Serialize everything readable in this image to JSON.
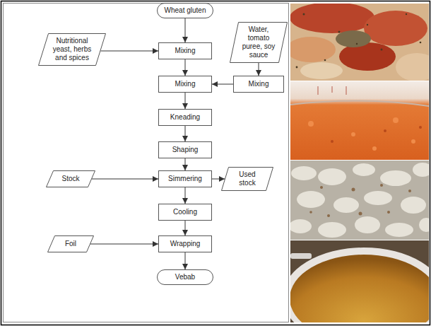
{
  "diagram": {
    "nodes": [
      {
        "text": [
          "Wheat gluten"
        ]
      },
      {
        "text": [
          "Nutritional yeast, herbs and spices"
        ]
      },
      {
        "text": [
          "Mixing"
        ]
      },
      {
        "text": [
          "Water, tomato puree, soy sauce"
        ]
      },
      {
        "text": [
          "Mixing"
        ]
      },
      {
        "text": [
          "Mixing"
        ]
      },
      {
        "text": [
          "Kneading"
        ]
      },
      {
        "text": [
          "Shaping"
        ]
      },
      {
        "text": [
          "Stock"
        ]
      },
      {
        "text": [
          "Simmering"
        ]
      },
      {
        "text": [
          "Used stock"
        ]
      },
      {
        "text": [
          "Cooling"
        ]
      },
      {
        "text": [
          "Foil"
        ]
      },
      {
        "text": [
          "Wrapping"
        ]
      },
      {
        "text": [
          "Vebab"
        ]
      }
    ],
    "edges": [
      {
        "from": 0,
        "to": 2,
        "arrow": "to"
      },
      {
        "from": 1,
        "to": 2,
        "arrow": "to"
      },
      {
        "from": 2,
        "to": 4,
        "arrow": "to"
      },
      {
        "from": 3,
        "to": 5,
        "arrow": "to"
      },
      {
        "from": 5,
        "to": 4,
        "arrow": "to"
      },
      {
        "from": 4,
        "to": 6,
        "arrow": "to"
      },
      {
        "from": 6,
        "to": 7,
        "arrow": "to"
      },
      {
        "from": 7,
        "to": 9,
        "arrow": "to"
      },
      {
        "from": 8,
        "to": 9,
        "arrow": "to"
      },
      {
        "from": 9,
        "to": 10,
        "arrow": "to"
      },
      {
        "from": 9,
        "to": 11,
        "arrow": "to"
      },
      {
        "from": 11,
        "to": 13,
        "arrow": "to"
      },
      {
        "from": 12,
        "to": 13,
        "arrow": "to"
      },
      {
        "from": 13,
        "to": 14,
        "arrow": "to"
      }
    ]
  }
}
